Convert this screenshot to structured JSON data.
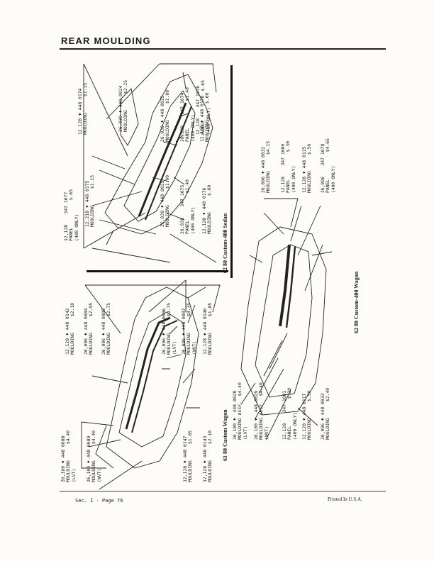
{
  "page": {
    "title": "REAR MOULDING",
    "footer_left": "Sec. I - Page 76",
    "footer_right": "Printed In U.S.A."
  },
  "captions": {
    "wagon_61": "61 80  Custom Wagon",
    "sedan_62": "62 80  Custom-400 Sedan",
    "wagon_62": "62 80  Custom-400 Wagon"
  },
  "sedan_labels": [
    "12,128    347 1077\nPANEL          $.65\n(400 ONLY)",
    "12,218 ♦ 448 0175\nMOULDING      $1.15",
    "26,039 ♦ 448 0025\nMOULDING      $1.00",
    "26,039    347 1075\nPANEL          $1.40\n(400 ONLY)",
    "12,128 ♦ 448 0176\nMOULDING      $.60",
    "12,128    347 1076\nPANEL           $.65\n(400 ONLY)",
    "12,128 ♦ 448 0174\nMOULDING      $1.15",
    "26,039 ♦ 448 0024\nMOULDING      $3.25",
    "26,039 ♦ 448 0025\nMOULDING      $1.00",
    "26,039    347 1074\nPANEL          $1.40\n(400 ONLY)",
    "12,128 ♦ 448 0178\nMOULDING      $.60"
  ],
  "wagon61_labels": [
    "26,100 ♦ 448 0088\nMOULDING      $4.40\n(LVT)",
    "26,100 ♦ 448 0089\nMOULDING      $4.40\n(WVT)",
    "12,128 ♦ 448 0147\nMOULDING      $1.85",
    "12,128 ♦ 448 0143\nMOULDING      $2.10",
    "12,128 ♦ 448 0142\nMOULDING      $2.10",
    "26,096 ♦ 448 0084\nMOULDING      $7.95",
    "26,096 ♦ 448 0085\nMOULDING      $2.75",
    "26,096 ♦ 448 0086\nMOULDING      $9.75\n(LVT)",
    "26,096 ♦ 448 0087\nMOULDING      $8.75\n(WVT)",
    "12,128 ♦ 448 0146\nMOULDING      $1.85"
  ],
  "wagon62_labels": [
    "26,100 ♦  448 0028\nMOULDING ASSY.  $4.40\n(LVT)",
    "26,100 ♦  448 0029\nMOULDING ASSY.  $4.40\n(WVT)",
    "12,128    347 1081\nPANEL          $.30\n(400 ONLY)",
    "12,128 ♦ 448 0117\nMOULDING      $.50",
    "26,096 ♦ 448 0033\nMOULDING      $2.40",
    "26,096 ♦ 448 0032\nMOULDING      $4.15",
    "12,128    347 1080\nPANEL          $.30\n(400 ONLY)",
    "12,128 ♦ 448 0115\nMOULDING      $.50",
    "26,096    347 1078\nPANEL          $4.65\n(400 ONLY)"
  ]
}
